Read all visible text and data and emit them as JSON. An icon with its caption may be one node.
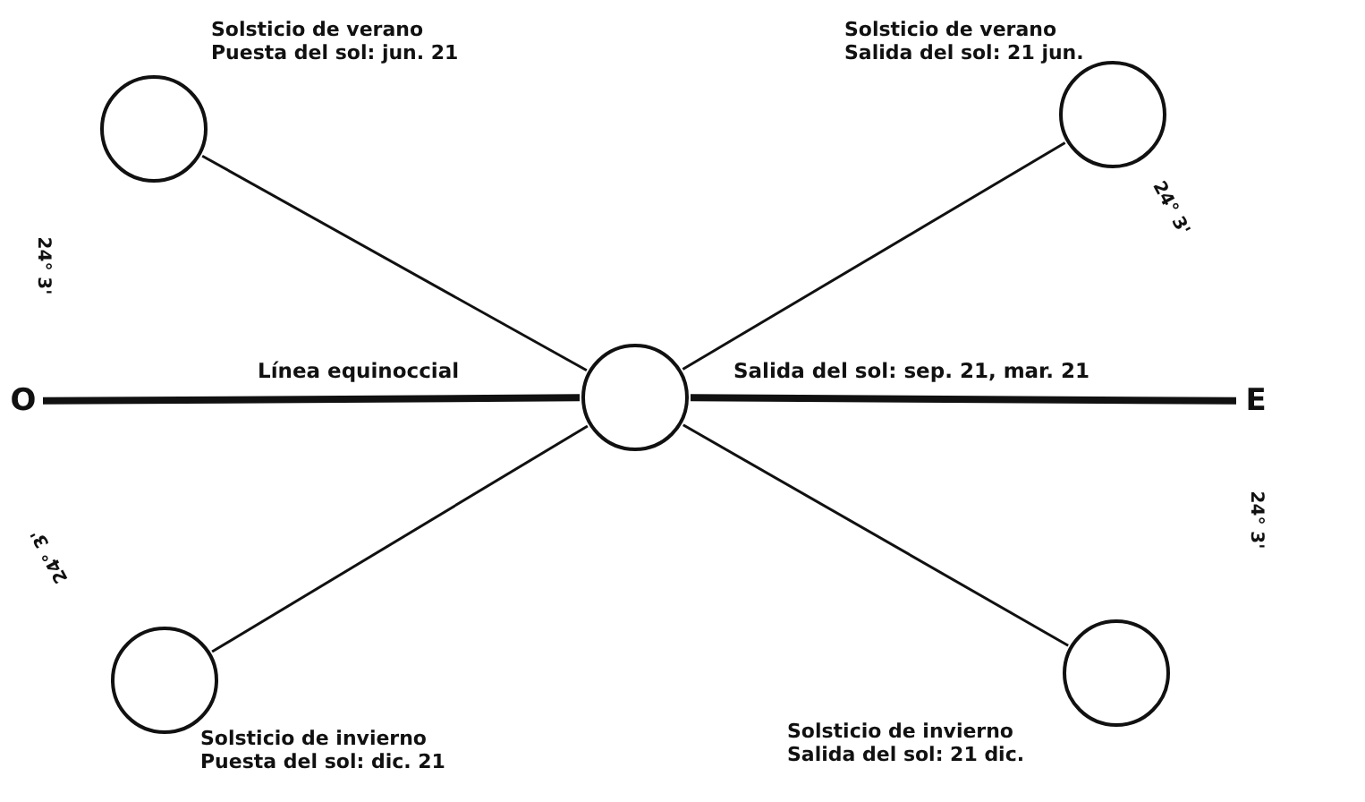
{
  "diagram": {
    "nodes": [
      {
        "text": [],
        "shape": "circle",
        "beside": [
          "Solsticio de verano",
          "Puesta del sol: jun. 21"
        ]
      },
      {
        "text": [],
        "shape": "circle",
        "beside": [
          "Solsticio de verano",
          "Salida del sol: 21 jun."
        ]
      },
      {
        "text": [
          "O"
        ]
      },
      {
        "text": [],
        "shape": "circle"
      },
      {
        "text": [
          "E"
        ]
      },
      {
        "text": [],
        "shape": "circle",
        "beside": [
          "Solsticio de invierno",
          "Puesta del sol: dic. 21"
        ]
      },
      {
        "text": [],
        "shape": "circle",
        "beside": [
          "Solsticio de invierno",
          "Salida del sol: 21 dic."
        ]
      }
    ],
    "edges": [
      {
        "from": 3,
        "to": 0,
        "arrow": "none"
      },
      {
        "from": 3,
        "to": 1,
        "arrow": "none"
      },
      {
        "from": 2,
        "to": 3,
        "arrow": "none",
        "style": "thick",
        "label": "Línea equinoccial"
      },
      {
        "from": 3,
        "to": 4,
        "arrow": "none",
        "style": "thick",
        "label": "Salida del sol: sep. 21, mar. 21"
      },
      {
        "from": 3,
        "to": 5,
        "arrow": "none"
      },
      {
        "from": 3,
        "to": 6,
        "arrow": "none"
      }
    ],
    "labels": [
      "24° 3'",
      "24° 3'",
      "24° 3'",
      "24° 3'"
    ]
  }
}
